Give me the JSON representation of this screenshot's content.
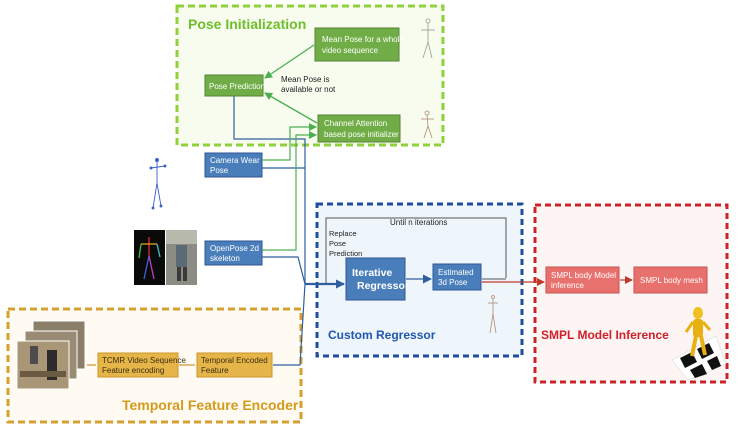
{
  "colors": {
    "pose_frame": "#8fd13b",
    "pose_fill": "#f8fcef",
    "green_box": "#70ad47",
    "green_box_border": "#548235",
    "blue_box": "#4a7ebb",
    "blue_box_border": "#2f5597",
    "regressor_frame": "#1f4e9c",
    "regressor_fill": "#eef5fb",
    "regressor_title": "#2057b0",
    "smpl_frame": "#cc2229",
    "smpl_fill": "#fdf5f4",
    "smpl_box": "#e8716d",
    "smpl_title": "#d0202a",
    "temporal_frame": "#d4a12e",
    "temporal_fill": "#fffbf2",
    "temporal_box": "#e6b54a",
    "temporal_title": "#d59a1d",
    "green_arrow": "#4caf50",
    "blue_arrow": "#2f5f9e",
    "red_arrow": "#c0392b"
  },
  "pose_initialization": {
    "title": "Pose Initialization",
    "mean_pose_box": [
      "Mean Pose for a whole",
      "video sequence"
    ],
    "pose_prediction_box": "Pose Prediction",
    "mean_pose_note": [
      "Mean Pose is",
      "available or not"
    ],
    "channel_attention_box": [
      "Channel Attention",
      "based pose initializer"
    ]
  },
  "inputs": {
    "camera_wear_box": [
      "Camera Wear",
      "Pose"
    ],
    "openpose_box": [
      "OpenPose 2d",
      "skeleton"
    ]
  },
  "custom_regressor": {
    "title": "Custom Regressor",
    "loop_label": "Until n iterations",
    "replace_label": [
      "Replace",
      "Pose",
      "Prediction"
    ],
    "iterative_box": [
      "Iterative",
      "Regressor"
    ],
    "estimated_box": [
      "Estimated",
      "3d Pose"
    ]
  },
  "smpl_inference": {
    "title": "SMPL Model Inference",
    "inference_box": [
      "SMPL body Model",
      "inference"
    ],
    "mesh_box": "SMPL body mesh"
  },
  "temporal_encoder": {
    "title": "Temporal Feature Encoder",
    "tcmr_box": [
      "TCMR Video Sequence",
      "Feature encoding"
    ],
    "encoded_box": [
      "Temporal Encoded",
      "Feature"
    ]
  }
}
